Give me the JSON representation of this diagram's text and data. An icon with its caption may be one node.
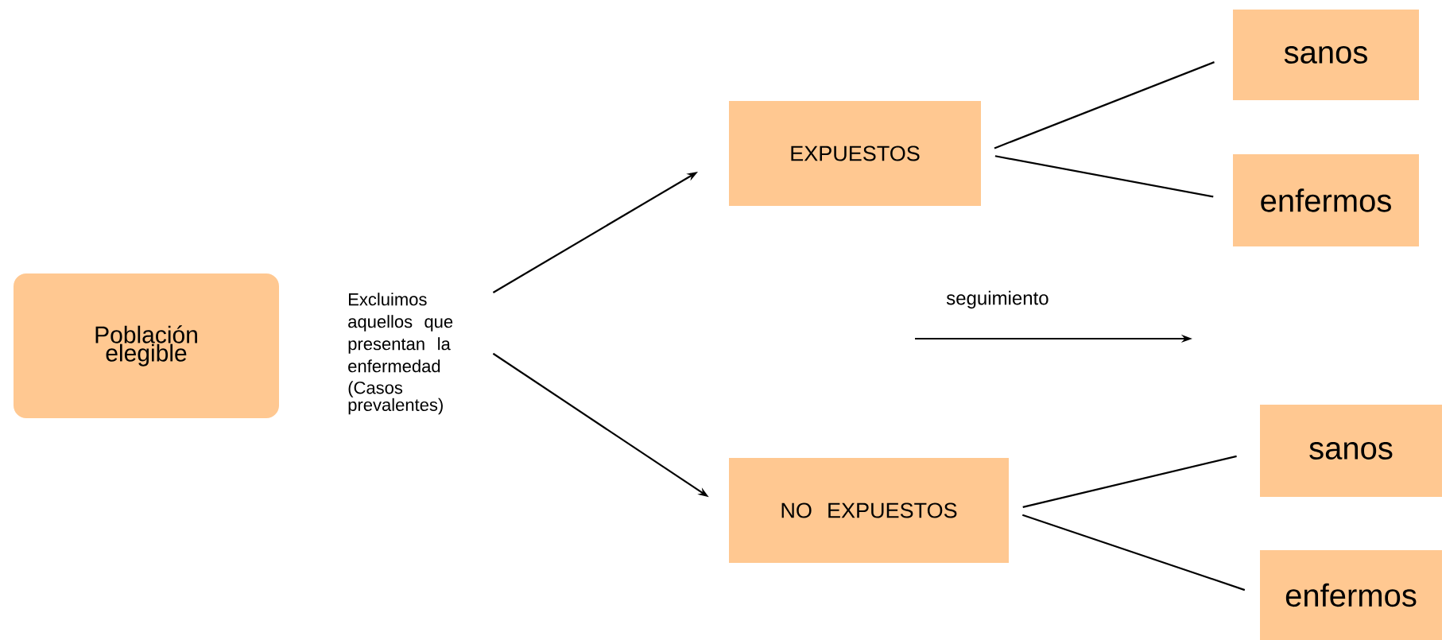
{
  "diagram": {
    "nodes": [
      {
        "text": [
          "Población elegible"
        ]
      },
      {
        "text": [
          "Excluimos aquellos que presentan la enfermedad",
          "(Casos prevalentes)"
        ]
      },
      {
        "text": [
          "EXPUESTOS"
        ]
      },
      {
        "text": [
          "NO EXPUESTOS"
        ]
      },
      {
        "text": [
          "sanos"
        ]
      },
      {
        "text": [
          "enfermos"
        ]
      },
      {
        "text": [
          "sanos"
        ]
      },
      {
        "text": [
          "enfermos"
        ]
      }
    ],
    "edges": [
      {
        "from": 1,
        "to": 2,
        "arrow": "to"
      },
      {
        "from": 1,
        "to": 3,
        "arrow": "to"
      },
      {
        "from": 2,
        "to": 4,
        "arrow": "none"
      },
      {
        "from": 2,
        "to": 5,
        "arrow": "none"
      },
      {
        "from": 3,
        "to": 6,
        "arrow": "none"
      },
      {
        "from": 3,
        "to": 7,
        "arrow": "none"
      }
    ],
    "labels": [
      "seguimiento"
    ]
  }
}
